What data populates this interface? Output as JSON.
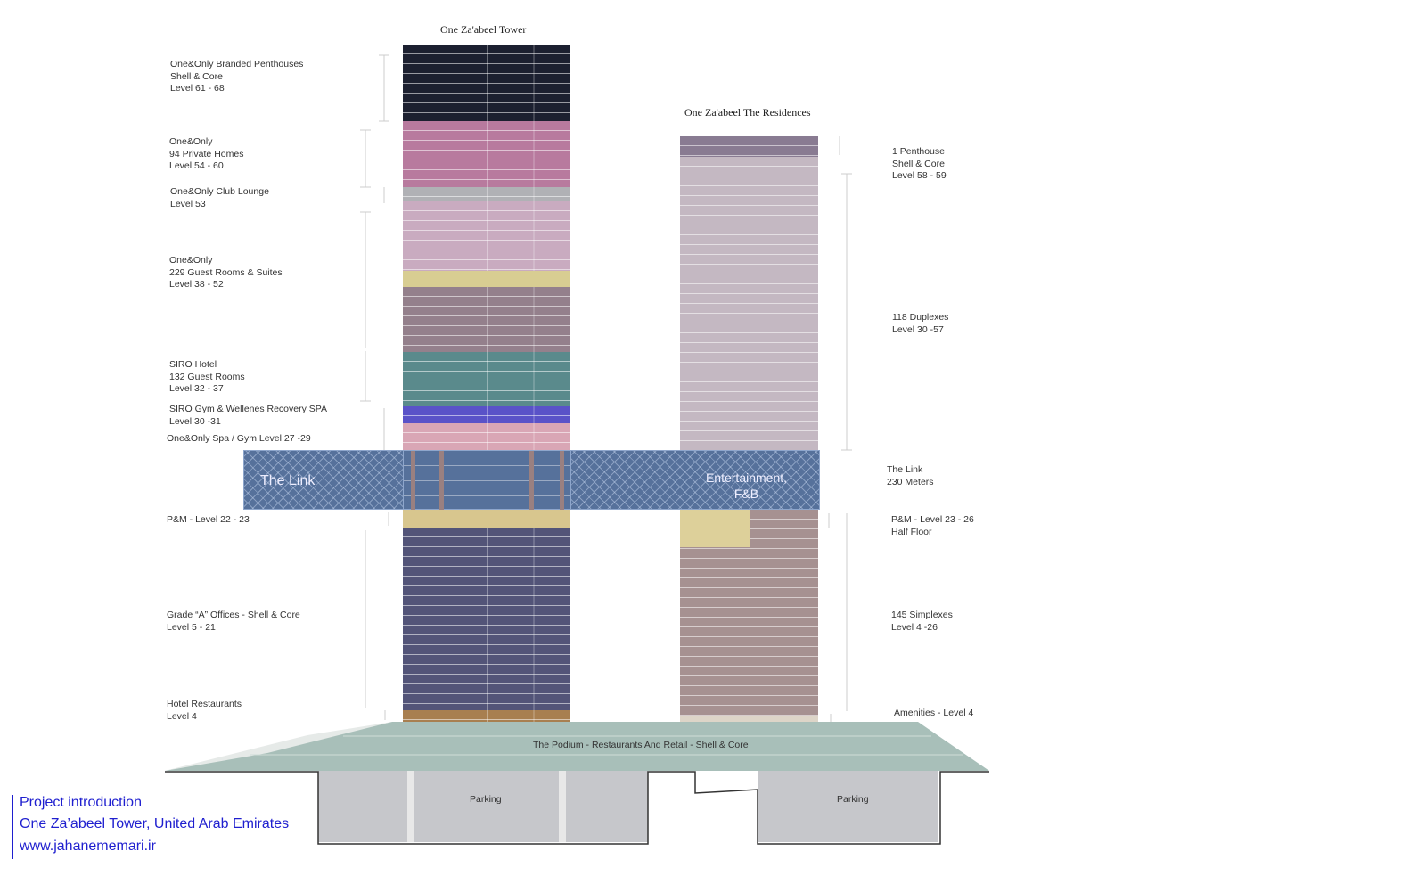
{
  "tower_title": "One Za'abeel Tower",
  "residences_title": "One Za'abeel The Residences",
  "left_labels": [
    [
      "One&Only Branded Penthouses",
      "Shell & Core",
      "Level 61 - 68"
    ],
    [
      "One&Only",
      "94 Private Homes",
      "Level 54 - 60"
    ],
    [
      "One&Only Club Lounge",
      "Level 53"
    ],
    [
      "One&Only",
      "229 Guest Rooms & Suites",
      "Level 38 - 52"
    ],
    [
      "SIRO Hotel",
      "132 Guest Rooms",
      "Level 32 - 37"
    ],
    [
      "SIRO Gym & Wellenes Recovery SPA",
      "Level 30 -31"
    ],
    [
      "One&Only Spa / Gym  Level 27 -29"
    ],
    [
      "P&M - Level 22 - 23"
    ],
    [
      "Grade “A” Offices - Shell & Core",
      "Level  5 - 21"
    ],
    [
      "Hotel Restaurants",
      "Level  4"
    ]
  ],
  "right_labels": [
    [
      "1 Penthouse",
      "Shell & Core",
      "Level 58 - 59"
    ],
    [
      "118 Duplexes",
      "Level  30 -57"
    ],
    [
      "The Link",
      "230 Meters"
    ],
    [
      "P&M -  Level 23 - 26",
      "Half Floor"
    ],
    [
      "145 Simplexes",
      "Level 4 -26"
    ],
    [
      "Amenities - Level 4"
    ]
  ],
  "link_label": "The Link",
  "entertainment_label": [
    "Entertainment,",
    "F&B"
  ],
  "podium_label": "The Podium - Restaurants And Retail - Shell & Core",
  "parking_label": "Parking",
  "footer": [
    "Project introduction",
    "One Za’abeel Tower, United Arab Emirates",
    "www.jahanememari.ir"
  ],
  "colors": {
    "footer": "#1f1fcf",
    "link": "#56719b",
    "podium": "#a8bfb9"
  }
}
